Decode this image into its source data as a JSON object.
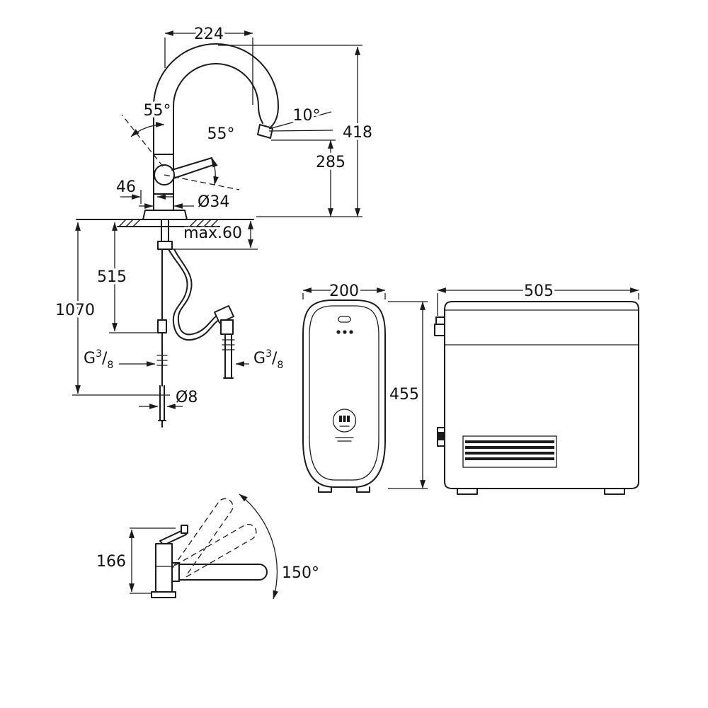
{
  "faucet_view": {
    "spout_reach": "224",
    "handle_angle_upper": "55°",
    "handle_angle_lower": "55°",
    "outlet_angle": "10°",
    "total_height": "418",
    "outlet_height": "285",
    "base_offset": "46",
    "base_diameter": "Ø34",
    "counter_thickness": "max.60",
    "hose_length_short": "515",
    "hose_length_total": "1070",
    "hose_diameter": "Ø8",
    "thread_left": {
      "g": "G",
      "sup": "3",
      "slash": "/",
      "sub": "8"
    },
    "thread_right": {
      "g": "G",
      "sup": "3",
      "slash": "/",
      "sub": "8"
    }
  },
  "cooler_front_view": {
    "width": "200",
    "height": "455"
  },
  "cooler_side_view": {
    "depth": "505"
  },
  "swivel_view": {
    "height": "166",
    "swivel_angle": "150°"
  }
}
